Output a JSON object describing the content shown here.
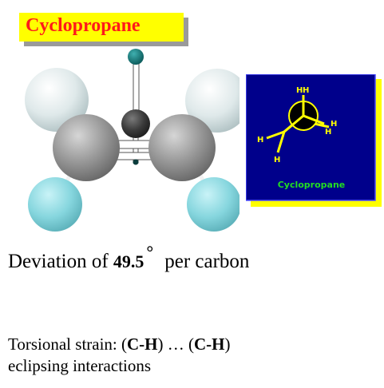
{
  "title": "Cyclopropane",
  "newman": {
    "h_top_left": "H",
    "h_top_right": "H",
    "h_left": "H",
    "h_left_bottom": "H",
    "h_right_top": "H",
    "h_right_bottom": "H",
    "label": "Cyclopropane"
  },
  "deviation": {
    "prefix": "Deviation of ",
    "value": "49.5",
    "degree": "°",
    "suffix": "per carbon"
  },
  "torsion": {
    "line1_prefix": "Torsional strain: (",
    "ch1": "C-H",
    "mid": ") … (",
    "ch2": "C-H",
    "line1_suffix": ")",
    "line2": "eclipsing interactions"
  },
  "colors": {
    "title_bg": "#ffff00",
    "title_text": "#ff1a1a",
    "panel_bg": "#00008b",
    "panel_border": "#ffff00",
    "newman_lines": "#ffff00",
    "newman_label": "#22dd22",
    "carbon": "#8c8c8c",
    "hydrogen_light": "#dde9ea",
    "hydrogen_cyan": "#7fd4dc"
  }
}
